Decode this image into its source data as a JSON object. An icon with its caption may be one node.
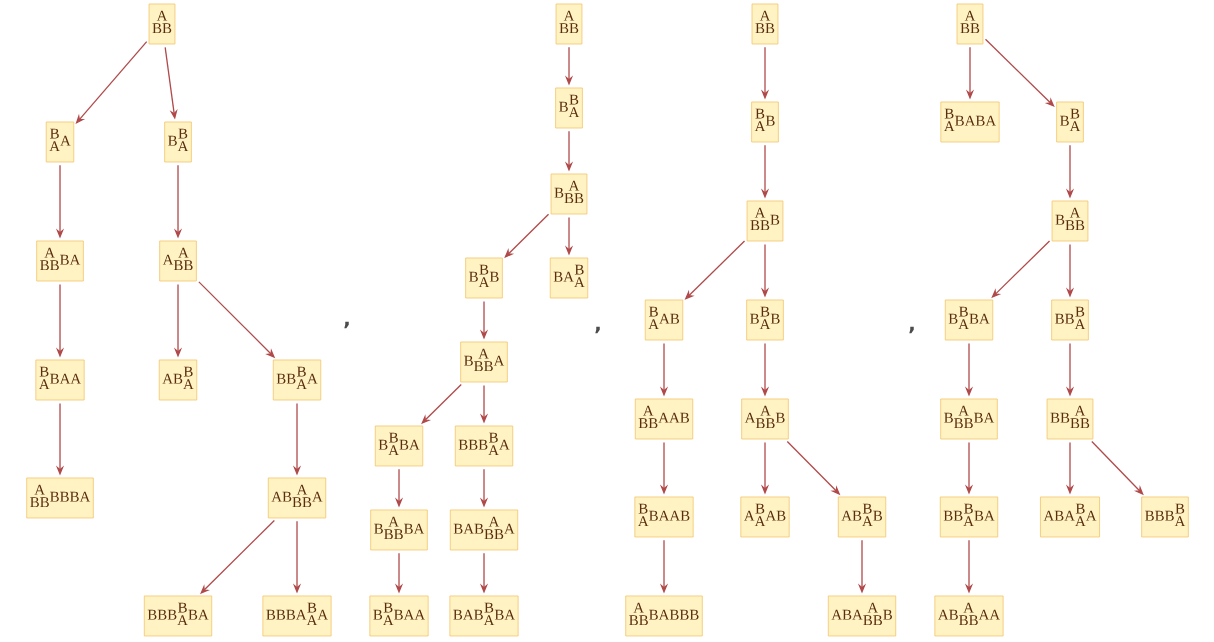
{
  "diagram": {
    "nodes": [
      {
        "text": [
          "A",
          "BB"
        ]
      },
      {
        "text": [
          "B",
          "A",
          "A"
        ]
      },
      {
        "text": [
          "B",
          "B",
          "A"
        ]
      },
      {
        "text": [
          "A",
          "BB",
          "BA"
        ]
      },
      {
        "text": [
          "B",
          "A",
          "BAA"
        ]
      },
      {
        "text": [
          "A",
          "BB",
          "BBBA"
        ]
      },
      {
        "text": [
          "A",
          "A",
          "BB"
        ]
      },
      {
        "text": [
          "AB",
          "B",
          "A"
        ]
      },
      {
        "text": [
          "BB",
          "B",
          "A",
          "A"
        ]
      },
      {
        "text": [
          "AB",
          "A",
          "BB",
          "A"
        ]
      },
      {
        "text": [
          "BBB",
          "B",
          "A",
          "BA"
        ]
      },
      {
        "text": [
          "BBBA",
          "B",
          "A",
          "A"
        ]
      },
      {
        "text": [
          "A",
          "BB"
        ]
      },
      {
        "text": [
          "B",
          "B",
          "A"
        ]
      },
      {
        "text": [
          "B",
          "A",
          "BB"
        ]
      },
      {
        "text": [
          "B",
          "B",
          "A",
          "B"
        ]
      },
      {
        "text": [
          "BA",
          "B",
          "A"
        ]
      },
      {
        "text": [
          "B",
          "A",
          "BB",
          "A"
        ]
      },
      {
        "text": [
          "B",
          "B",
          "A",
          "BA"
        ]
      },
      {
        "text": [
          "BBB",
          "B",
          "A",
          "A"
        ]
      },
      {
        "text": [
          "B",
          "A",
          "BB",
          "BA"
        ]
      },
      {
        "text": [
          "BAB",
          "A",
          "BB",
          "A"
        ]
      },
      {
        "text": [
          "B",
          "B",
          "A",
          "BAA"
        ]
      },
      {
        "text": [
          "BAB",
          "B",
          "A",
          "BA"
        ]
      },
      {
        "text": [
          "A",
          "BB"
        ]
      },
      {
        "text": [
          "B",
          "A",
          "B"
        ]
      },
      {
        "text": [
          "A",
          "BB",
          "B"
        ]
      },
      {
        "text": [
          "B",
          "A",
          "AB"
        ]
      },
      {
        "text": [
          "B",
          "B",
          "A",
          "B"
        ]
      },
      {
        "text": [
          "A",
          "BB",
          "AAB"
        ]
      },
      {
        "text": [
          "B",
          "A",
          "BAAB"
        ]
      },
      {
        "text": [
          "A",
          "BB",
          "BABBB"
        ]
      },
      {
        "text": [
          "A",
          "A",
          "BB",
          "B"
        ]
      },
      {
        "text": [
          "A",
          "B",
          "A",
          "AB"
        ]
      },
      {
        "text": [
          "AB",
          "B",
          "A",
          "B"
        ]
      },
      {
        "text": [
          "ABA",
          "A",
          "BB",
          "B"
        ]
      },
      {
        "text": [
          "A",
          "BB"
        ]
      },
      {
        "text": [
          "B",
          "A",
          "BABA"
        ]
      },
      {
        "text": [
          "B",
          "B",
          "A"
        ]
      },
      {
        "text": [
          "B",
          "A",
          "BB"
        ]
      },
      {
        "text": [
          "B",
          "B",
          "A",
          "BA"
        ]
      },
      {
        "text": [
          "BB",
          "B",
          "A"
        ]
      },
      {
        "text": [
          "B",
          "A",
          "BB",
          "BA"
        ]
      },
      {
        "text": [
          "BB",
          "B",
          "A",
          "BA"
        ]
      },
      {
        "text": [
          "AB",
          "A",
          "BB",
          "AA"
        ]
      },
      {
        "text": [
          "BB",
          "A",
          "BB"
        ]
      },
      {
        "text": [
          "ABA",
          "B",
          "A",
          "A"
        ]
      },
      {
        "text": [
          "BBB",
          "B",
          "A"
        ]
      }
    ],
    "edges": [
      {
        "from": 0,
        "to": 1,
        "arrow": "to"
      },
      {
        "from": 0,
        "to": 2,
        "arrow": "to"
      },
      {
        "from": 1,
        "to": 3,
        "arrow": "to"
      },
      {
        "from": 3,
        "to": 4,
        "arrow": "to"
      },
      {
        "from": 4,
        "to": 5,
        "arrow": "to"
      },
      {
        "from": 2,
        "to": 6,
        "arrow": "to"
      },
      {
        "from": 6,
        "to": 7,
        "arrow": "to"
      },
      {
        "from": 6,
        "to": 8,
        "arrow": "to"
      },
      {
        "from": 8,
        "to": 9,
        "arrow": "to"
      },
      {
        "from": 9,
        "to": 10,
        "arrow": "to"
      },
      {
        "from": 9,
        "to": 11,
        "arrow": "to"
      },
      {
        "from": 12,
        "to": 13,
        "arrow": "to"
      },
      {
        "from": 13,
        "to": 14,
        "arrow": "to"
      },
      {
        "from": 14,
        "to": 15,
        "arrow": "to"
      },
      {
        "from": 14,
        "to": 16,
        "arrow": "to"
      },
      {
        "from": 15,
        "to": 17,
        "arrow": "to"
      },
      {
        "from": 17,
        "to": 18,
        "arrow": "to"
      },
      {
        "from": 17,
        "to": 19,
        "arrow": "to"
      },
      {
        "from": 18,
        "to": 20,
        "arrow": "to"
      },
      {
        "from": 19,
        "to": 21,
        "arrow": "to"
      },
      {
        "from": 20,
        "to": 22,
        "arrow": "to"
      },
      {
        "from": 21,
        "to": 23,
        "arrow": "to"
      },
      {
        "from": 24,
        "to": 25,
        "arrow": "to"
      },
      {
        "from": 25,
        "to": 26,
        "arrow": "to"
      },
      {
        "from": 26,
        "to": 27,
        "arrow": "to"
      },
      {
        "from": 26,
        "to": 28,
        "arrow": "to"
      },
      {
        "from": 27,
        "to": 29,
        "arrow": "to"
      },
      {
        "from": 29,
        "to": 30,
        "arrow": "to"
      },
      {
        "from": 30,
        "to": 31,
        "arrow": "to"
      },
      {
        "from": 28,
        "to": 32,
        "arrow": "to"
      },
      {
        "from": 32,
        "to": 33,
        "arrow": "to"
      },
      {
        "from": 32,
        "to": 34,
        "arrow": "to"
      },
      {
        "from": 34,
        "to": 35,
        "arrow": "to"
      },
      {
        "from": 36,
        "to": 37,
        "arrow": "to"
      },
      {
        "from": 36,
        "to": 38,
        "arrow": "to"
      },
      {
        "from": 38,
        "to": 39,
        "arrow": "to"
      },
      {
        "from": 39,
        "to": 40,
        "arrow": "to"
      },
      {
        "from": 39,
        "to": 41,
        "arrow": "to"
      },
      {
        "from": 40,
        "to": 42,
        "arrow": "to"
      },
      {
        "from": 42,
        "to": 43,
        "arrow": "to"
      },
      {
        "from": 43,
        "to": 44,
        "arrow": "to"
      },
      {
        "from": 41,
        "to": 45,
        "arrow": "to"
      },
      {
        "from": 45,
        "to": 46,
        "arrow": "to"
      },
      {
        "from": 45,
        "to": 47,
        "arrow": "to"
      }
    ],
    "labels": [
      ",",
      ",",
      ","
    ]
  }
}
